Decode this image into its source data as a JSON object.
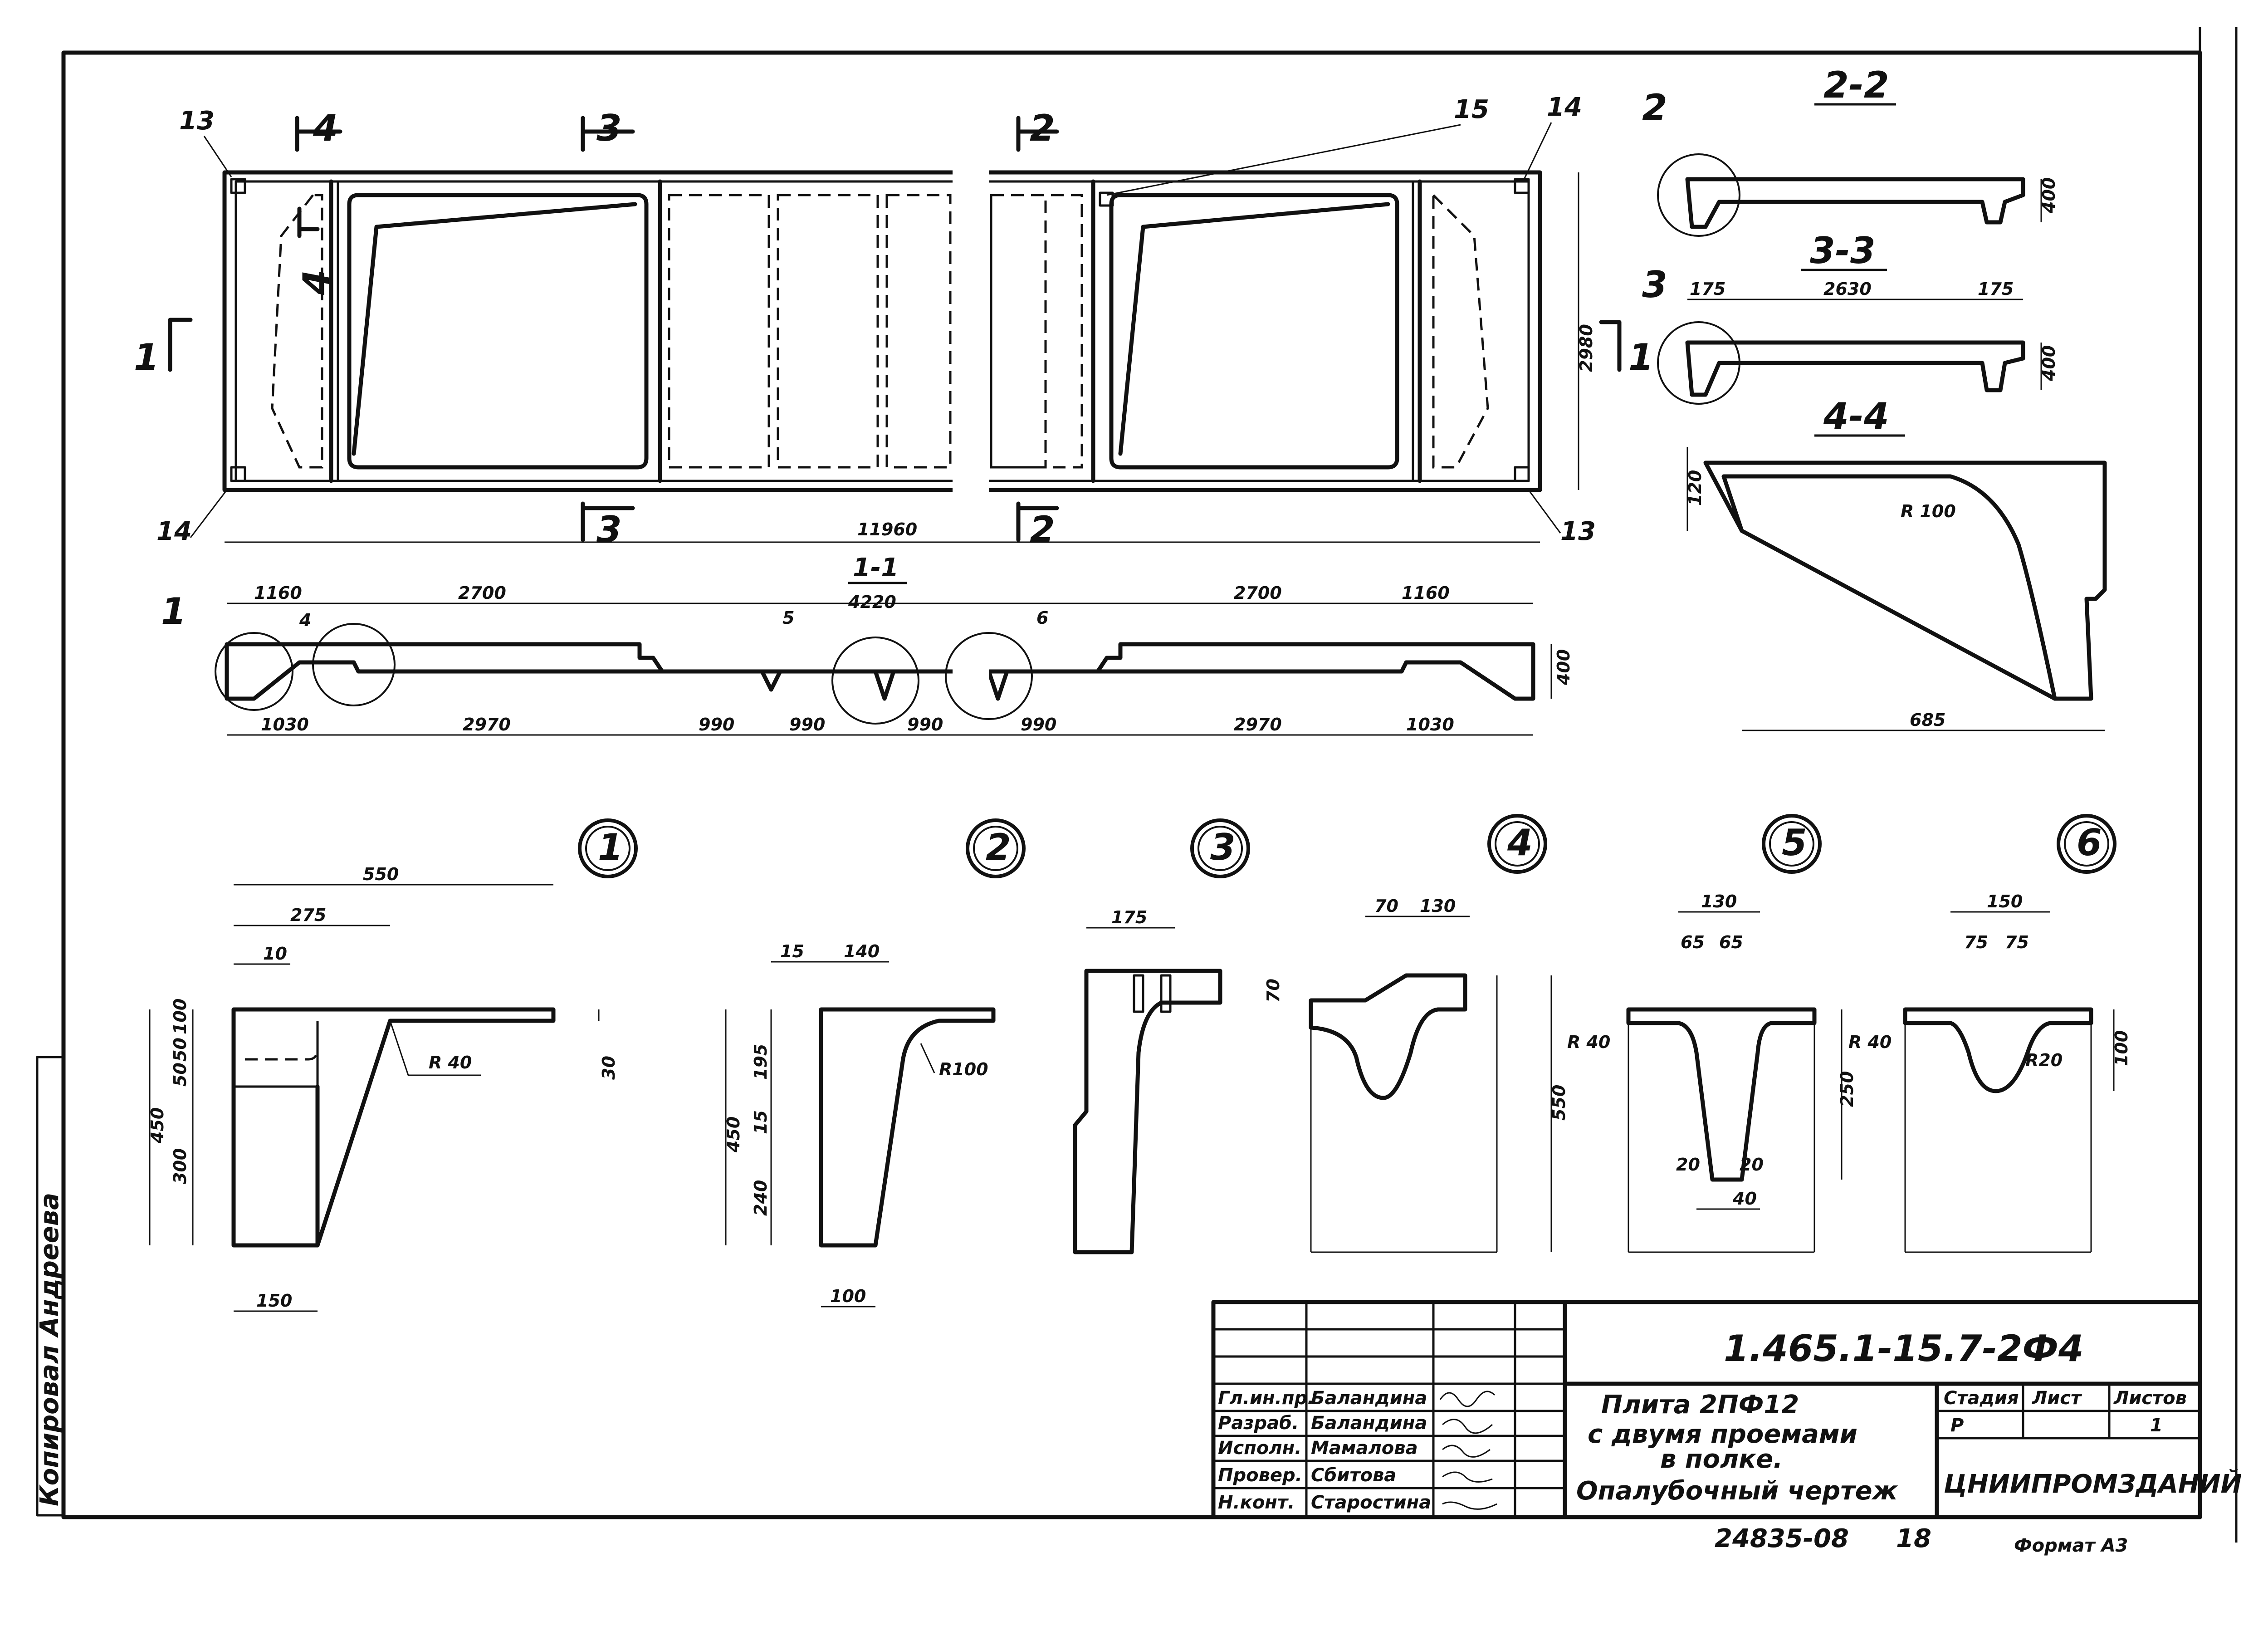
{
  "plan": {
    "marks": [
      "13",
      "14",
      "15",
      "14",
      "13"
    ],
    "cuts": [
      "1",
      "2",
      "3",
      "4",
      "4",
      "3",
      "2"
    ],
    "overall": "11960",
    "width": "2980"
  },
  "section11": {
    "title": "1-1",
    "top": [
      "1160",
      "2700",
      "4220",
      "2700",
      "1160"
    ],
    "bottom": [
      "1030",
      "2970",
      "990",
      "990",
      "990",
      "990",
      "2970",
      "1030"
    ],
    "height": "400",
    "callouts": [
      "1",
      "4",
      "5",
      "6"
    ]
  },
  "section22": {
    "title": "2-2",
    "mark": "2",
    "height": "400"
  },
  "section33": {
    "title": "3-3",
    "mark": "3",
    "dims": [
      "175",
      "2630",
      "175"
    ],
    "height": "400"
  },
  "section44": {
    "title": "4-4",
    "height": "120",
    "radius": "R 100",
    "width": "685"
  },
  "node1": {
    "label": "1",
    "dims": [
      "550",
      "275",
      "10",
      "450",
      "100",
      "50",
      "50",
      "300",
      "R 40",
      "30",
      "150"
    ]
  },
  "node2": {
    "label": "2",
    "dims": [
      "15",
      "140",
      "450",
      "195",
      "15",
      "240",
      "R100",
      "100"
    ]
  },
  "node3": {
    "label": "3",
    "dims": [
      "175"
    ]
  },
  "node4": {
    "label": "4",
    "dims": [
      "70",
      "130",
      "70",
      "550"
    ]
  },
  "node5": {
    "label": "5",
    "dims": [
      "130",
      "65",
      "65",
      "R 40",
      "250",
      "20",
      "20",
      "40"
    ]
  },
  "node6": {
    "label": "6",
    "dims": [
      "150",
      "75",
      "75",
      "R 40",
      "R20",
      "100"
    ]
  },
  "title_block": {
    "doc_code": "1.465.1-15.7-2Ф4",
    "title_lines": [
      "Плита 2ПФ12",
      "с двумя проемами",
      "в полке.",
      "Опалубочный чертеж"
    ],
    "roles": [
      "Гл.ин.пр.",
      "Разраб.",
      "Исполн.",
      "Провер.",
      "Н.конт."
    ],
    "names": [
      "Баландина",
      "Баландина",
      "Мамалова",
      "Сбитова",
      "Старостина"
    ],
    "stage_header": "Стадия",
    "sheet_header": "Лист",
    "sheets_header": "Листов",
    "stage": "Р",
    "sheets": "1",
    "org": "ЦНИИПРОМЗДАНИЙ",
    "archive": "24835-08",
    "page": "18",
    "format": "Формат А3"
  },
  "margin_stamp": "Копировал Андреева"
}
